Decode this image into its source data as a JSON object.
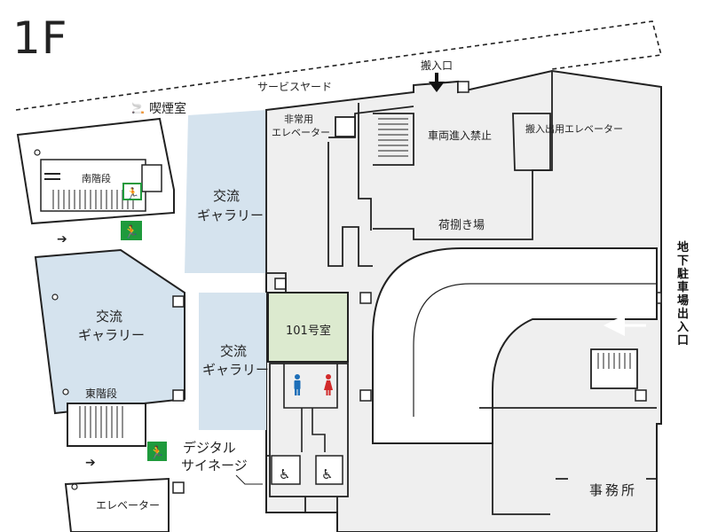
{
  "floor": {
    "label": "1F"
  },
  "labels": {
    "service_yard": "サービスヤード",
    "delivery_entrance": "搬入口",
    "smoking_room": "喫煙室",
    "emergency_elevator_line1": "非常用",
    "emergency_elevator_line2": "エレベーター",
    "no_vehicle_entry": "車両進入禁止",
    "freight_elevator": "搬入出用エレベーター",
    "south_stairs": "南階段",
    "unloading_area": "荷捌き場",
    "gallery_top_line1": "交流",
    "gallery_top_line2": "ギャラリー",
    "gallery_left_line1": "交流",
    "gallery_left_line2": "ギャラリー",
    "gallery_center_line1": "交流",
    "gallery_center_line2": "ギャラリー",
    "room_101": "101号室",
    "east_stairs": "東階段",
    "digital_signage_line1": "デジタル",
    "digital_signage_line2": "サイネージ",
    "elevator": "エレベーター",
    "office": "事務所",
    "parking_entrance": [
      "地",
      "下",
      "駐",
      "車",
      "場",
      "出",
      "入",
      "口"
    ]
  },
  "colors": {
    "gallery_fill": "#d5e3ee",
    "room_101_fill": "#dceacf",
    "building_fill": "#efefef",
    "wall": "#222222",
    "exit_sign": "#1f9a3c",
    "male_icon": "#1e6fb8",
    "female_icon": "#d22a2a",
    "accessible_icon": "#1e6fb8",
    "accessible_icon_alt": "#d22a2a"
  },
  "icons": [
    "emergency-exit-icon",
    "male-restroom-icon",
    "female-restroom-icon",
    "accessible-restroom-icon",
    "smoking-icon",
    "arrow-down-icon",
    "arrow-right-icon"
  ]
}
